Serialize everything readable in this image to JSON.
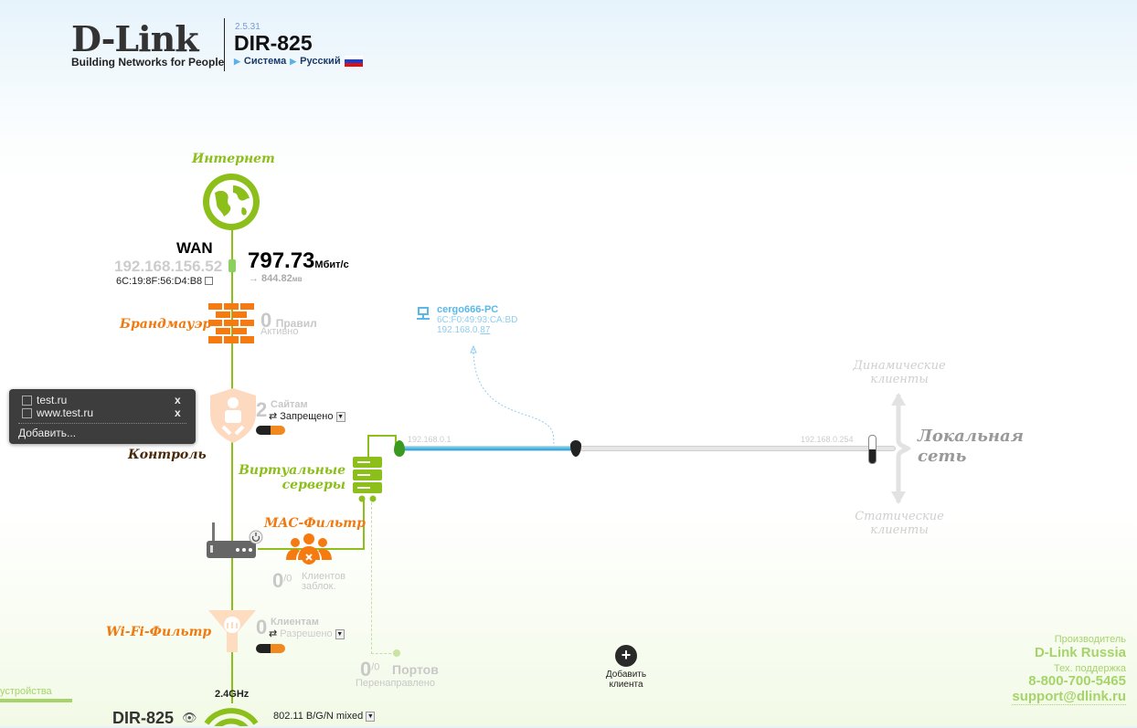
{
  "header": {
    "logo": "D-Link",
    "tagline": "Building Networks for People",
    "version": "2.5.31",
    "model": "DIR-825",
    "nav": [
      "Система",
      "Русский"
    ]
  },
  "internet": {
    "label": "Интернет"
  },
  "wan": {
    "title": "WAN",
    "ip": "192.168.156.52",
    "mac": "6C:19:8F:56:D4:B8",
    "speed": "797.73",
    "speed_unit": "Мбит/с",
    "traffic": "→ 844.82",
    "traffic_unit": "мв"
  },
  "firewall": {
    "label": "Брандмауэр",
    "count": "0",
    "unit": "Правил",
    "status": "Активно"
  },
  "control": {
    "label": "Контроль",
    "count": "2",
    "unit": "Сайтам",
    "mode": "Запрещено"
  },
  "popup": {
    "items": [
      "test.ru",
      "www.test.ru"
    ],
    "close": "x",
    "add": "Добавить..."
  },
  "virtual_servers": {
    "label_line1": "Виртуальные",
    "label_line2": "серверы"
  },
  "mac_filter": {
    "label": "MAC-Фильтр",
    "count": "0",
    "total": "/0",
    "unit_line1": "Клиентов",
    "unit_line2": "заблок."
  },
  "wifi_filter": {
    "label": "Wi-Fi-Фильтр",
    "count": "0",
    "unit": "Клиентам",
    "mode": "Разрешено"
  },
  "ports": {
    "count": "0",
    "total": "/0",
    "unit": "Портов",
    "status": "Перенаправлено"
  },
  "client": {
    "name": "cergo666-PC",
    "mac": "6C:F0:49:93:CA:BD",
    "ip_prefix": "192.168.0.",
    "ip_suffix": "87"
  },
  "lan": {
    "start": "192.168.0.1",
    "end": "192.168.0.254",
    "dhcp_fill_percent": 36,
    "title_line1": "Локальная",
    "title_line2": "сеть",
    "dynamic_line1": "Динамические",
    "dynamic_line2": "клиенты",
    "static_line1": "Статические",
    "static_line2": "клиенты"
  },
  "add_client": {
    "line1": "Добавить",
    "line2": "клиента"
  },
  "devices_tab": "устройства",
  "wireless": {
    "device": "DIR-825",
    "band": "2.4GHz",
    "mode": "802.11 B/G/N mixed"
  },
  "footer": {
    "vendor_label": "Производитель",
    "vendor": "D-Link Russia",
    "support_label": "Тех. поддержка",
    "phone": "8-800-700-5465",
    "email": "support@dlink.ru"
  }
}
